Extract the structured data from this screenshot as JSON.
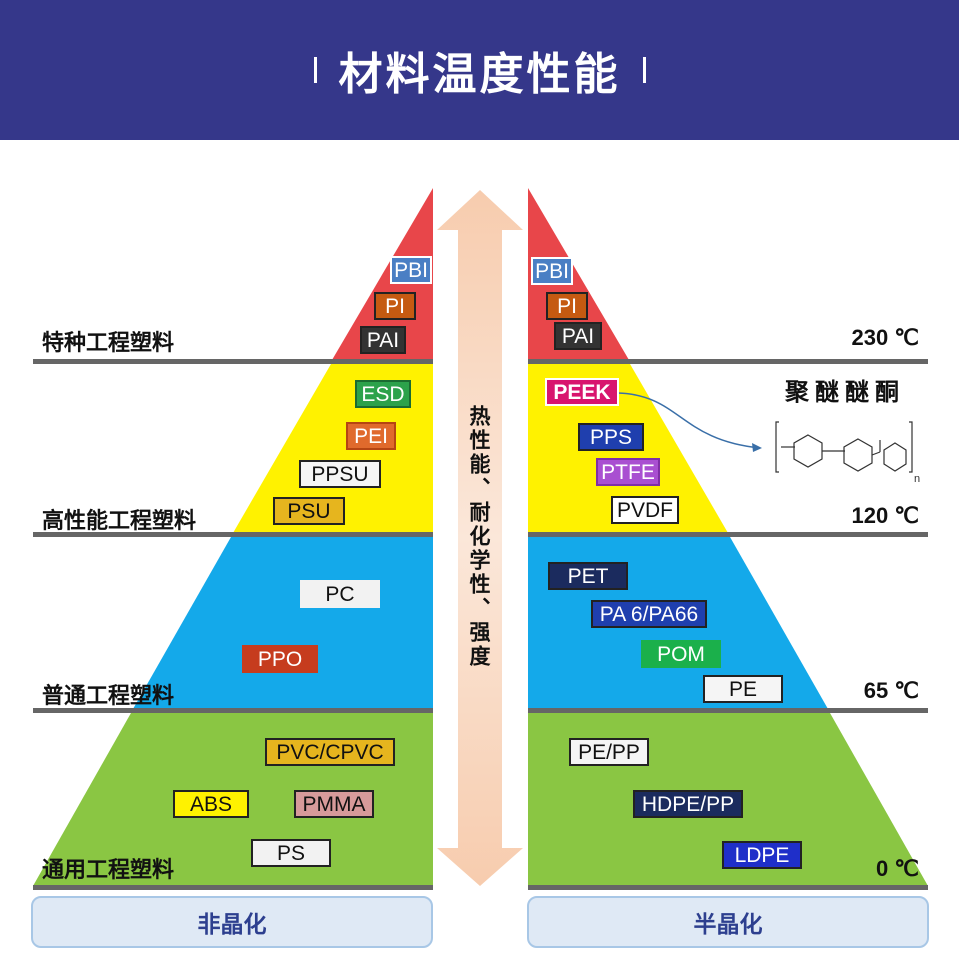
{
  "header": {
    "title": "材料温度性能"
  },
  "tiers": [
    {
      "name": "特种工程塑料",
      "temp": "230 ℃"
    },
    {
      "name": "高性能工程塑料",
      "temp": "120 ℃"
    },
    {
      "name": "普通工程塑料",
      "temp": "65 ℃"
    },
    {
      "name": "通用工程塑料",
      "temp": "0 ℃"
    }
  ],
  "axis_label": "热性能、耐化学性、强度",
  "left": {
    "category": "非晶化",
    "labels": {
      "pbi": "PBI",
      "pi": "PI",
      "pai": "PAI",
      "esd": "ESD",
      "pei": "PEI",
      "ppsu": "PPSU",
      "psu": "PSU",
      "pc": "PC",
      "ppo": "PPO",
      "pvc": "PVC/CPVC",
      "abs": "ABS",
      "pmma": "PMMA",
      "ps": "PS"
    }
  },
  "right": {
    "category": "半晶化",
    "labels": {
      "pbi": "PBI",
      "pi": "PI",
      "pai": "PAI",
      "peek": "PEEK",
      "pps": "PPS",
      "ptfe": "PTFE",
      "pvdf": "PVDF",
      "pet": "PET",
      "pa": "PA 6/PA66",
      "pom": "POM",
      "pe": "PE",
      "pepp": "PE/PP",
      "hdpe": "HDPE/PP",
      "ldpe": "LDPE"
    }
  },
  "peek_name": "聚醚醚酮",
  "colors": {
    "header": "#35378a",
    "red": "#e8464a",
    "yellow": "#fff200",
    "blue": "#14a9ea",
    "green": "#8ac643",
    "divider": "#666666"
  }
}
